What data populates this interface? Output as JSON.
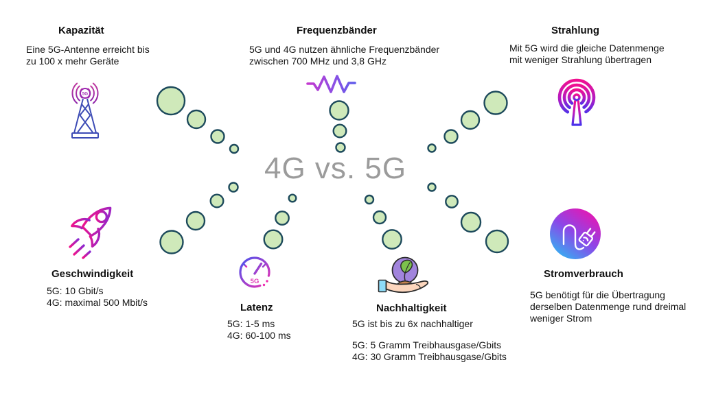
{
  "page": {
    "center_title": "4G vs. 5G"
  },
  "colors": {
    "bubble_fill": "#cfe9ba",
    "bubble_stroke": "#1d4a5c",
    "center_title_gray": "#9b9b9b",
    "gradient_pink": "#f0148c",
    "gradient_purple": "#8a28d0",
    "gradient_blue": "#4a55ee",
    "tower_blue": "#3c4bb5"
  },
  "sections": {
    "kapazitaet": {
      "title": "Kapazität",
      "lines": [
        "Eine 5G-Antenne erreicht bis",
        "zu 100 x mehr Geräte"
      ],
      "icon": "antenna-tower-icon",
      "icon_label": "5G"
    },
    "frequenzbaender": {
      "title": "Frequenzbänder",
      "lines": [
        "5G und 4G nutzen ähnliche Frequenzbänder",
        "zwischen 700 MHz und 3,8 GHz"
      ],
      "icon": "frequency-wave-icon"
    },
    "strahlung": {
      "title": "Strahlung",
      "lines": [
        "Mit 5G wird die gleiche Datenmenge",
        "mit weniger Strahlung übertragen"
      ],
      "icon": "broadcast-antenna-icon"
    },
    "geschwindigkeit": {
      "title": "Geschwindigkeit",
      "lines": [
        "5G: 10 Gbit/s",
        "4G: maximal 500 Mbit/s"
      ],
      "icon": "rocket-icon"
    },
    "latenz": {
      "title": "Latenz",
      "lines": [
        "5G: 1-5 ms",
        "4G: 60-100 ms"
      ],
      "icon": "speedometer-icon",
      "icon_label": "5G"
    },
    "nachhaltigkeit": {
      "title": "Nachhaltigkeit",
      "intro": "5G ist bis zu 6x nachhaltiger",
      "lines": [
        "5G: 5 Gramm Treibhausgase/Gbits",
        "4G: 30 Gramm Treibhausgase/Gbits"
      ],
      "icon": "hand-plant-icon"
    },
    "stromverbrauch": {
      "title": "Stromverbrauch",
      "lines": [
        "5G benötigt für die Übertragung",
        "derselben Datenmenge rund dreimal",
        "weniger Strom"
      ],
      "icon": "power-plug-icon"
    }
  },
  "decoration": {
    "bubbles": [
      [
        249,
        147,
        20
      ],
      [
        286,
        174,
        13
      ],
      [
        317,
        199,
        9.5
      ],
      [
        341,
        217,
        6
      ],
      [
        494,
        161,
        13.5
      ],
      [
        495,
        191,
        9.3
      ],
      [
        496,
        215,
        6.5
      ],
      [
        722,
        150,
        16.5
      ],
      [
        685,
        175,
        13
      ],
      [
        657,
        199,
        9.5
      ],
      [
        629,
        216,
        5.5
      ],
      [
        250,
        353,
        16.5
      ],
      [
        285,
        322,
        13
      ],
      [
        316,
        293,
        9.3
      ],
      [
        340,
        273,
        6.5
      ],
      [
        398,
        349,
        13.3
      ],
      [
        411,
        318,
        9.7
      ],
      [
        426,
        289,
        5.3
      ],
      [
        571,
        349,
        13.7
      ],
      [
        553,
        317,
        9
      ],
      [
        538,
        291,
        6
      ],
      [
        724,
        352,
        16
      ],
      [
        686,
        324,
        14
      ],
      [
        658,
        294,
        8.7
      ],
      [
        629,
        273,
        5.5
      ]
    ]
  }
}
